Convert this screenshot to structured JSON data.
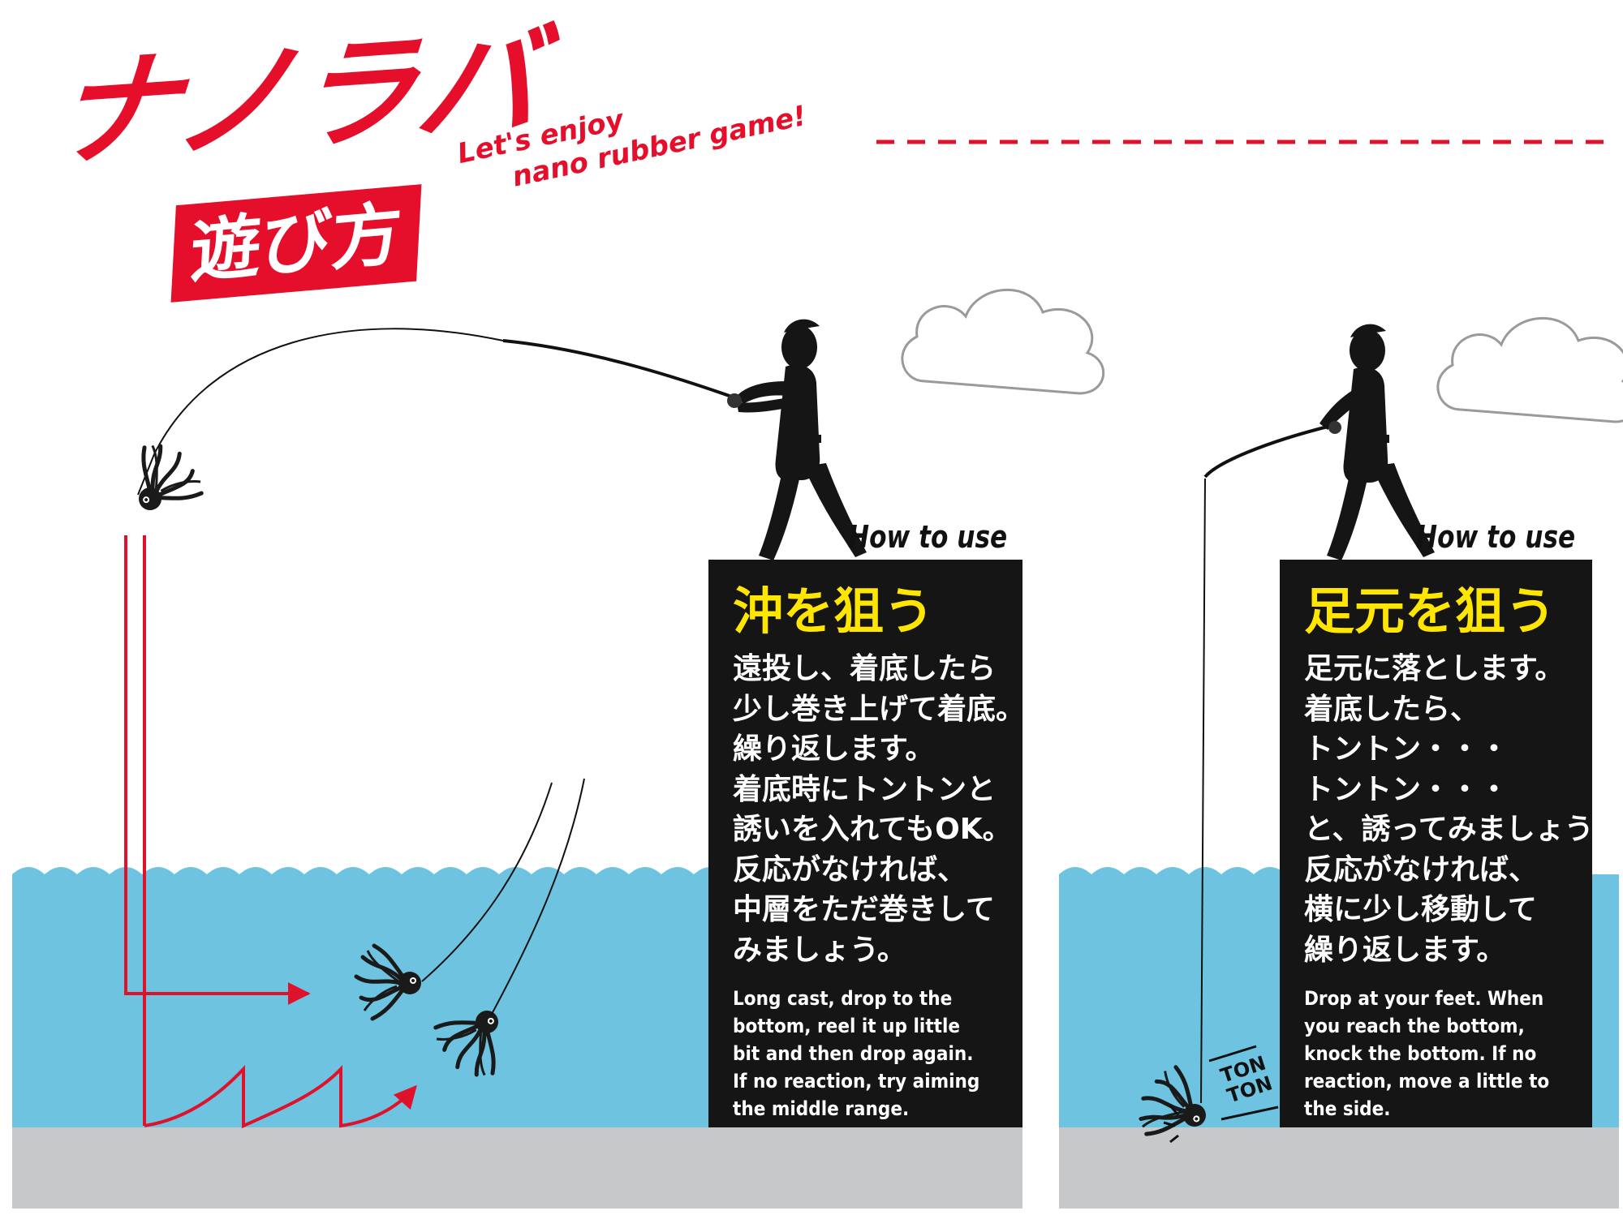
{
  "header": {
    "logo_main": "ナノラバ",
    "logo_badge": "遊び方",
    "tagline_line1": "Let's enjoy",
    "tagline_line2": "nano rubber game!"
  },
  "colors": {
    "brand_red": "#e60f2b",
    "water": "#6ec4e0",
    "seabed": "#c7c8ca",
    "panel_bg": "#151515",
    "panel_heading": "#ffe600"
  },
  "left_panel": {
    "how_to": "How to use",
    "heading": "沖を狙う",
    "jp_lines": [
      "遠投し、着底したら",
      "少し巻き上げて着底。",
      "繰り返します。",
      "着底時にトントンと",
      "誘いを入れてもOK。",
      "反応がなければ、",
      "中層をただ巻きして",
      "みましょう。"
    ],
    "en_lines": [
      "Long cast, drop to the",
      "bottom, reel it up little",
      "bit and then drop again.",
      "If no reaction, try aiming",
      "the middle range."
    ]
  },
  "right_panel": {
    "how_to": "How to use",
    "heading": "足元を狙う",
    "jp_lines": [
      "足元に落とします。",
      "着底したら、",
      "トントン・・・",
      "トントン・・・",
      "と、誘ってみましょう。",
      "反応がなければ、",
      "横に少し移動して",
      "繰り返します。"
    ],
    "en_lines": [
      "Drop at your feet.  When",
      "you reach the bottom,",
      "knock the bottom.  If no",
      "reaction, move a little to",
      "the side."
    ]
  },
  "annotations": {
    "tonton_top": "TON",
    "tonton_bottom": "TON"
  },
  "icons": {
    "angler_casting": "angler-casting-silhouette-icon",
    "angler_dropping": "angler-dropping-silhouette-icon",
    "lure": "nano-rubber-jig-icon",
    "cloud": "cloud-icon"
  }
}
